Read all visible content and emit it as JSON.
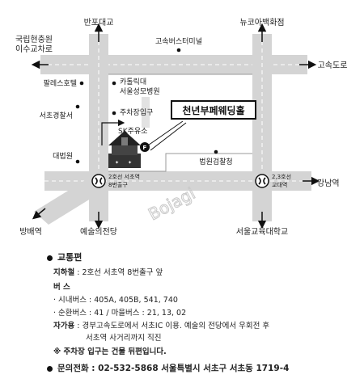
{
  "map": {
    "labels": {
      "banpo_bridge": "반포대교",
      "newcore": "뉴코아백화점",
      "cemetery_l1": "국립현충원",
      "cemetery_l2": "이수교차로",
      "express_terminal": "고속버스터미널",
      "expressway": "고속도로",
      "palace_hotel": "팔레스호텔",
      "catholic_l1": "카톨릭대",
      "catholic_l2": "서울성모병원",
      "seocho_police": "서초경찰서",
      "parking_entrance": "주차장입구",
      "sk_station": "SK주유소",
      "supreme_court": "대법원",
      "venue": "천년부페웨딩홀",
      "prosecutors": "법원검찰청",
      "station_left_l1": "2호선 서초역",
      "station_left_l2": "8번출구",
      "station_right_l1": "2,3호선",
      "station_right_l2": "교대역",
      "gangnam": "강남역",
      "bangbae": "방배역",
      "arts_center": "예술의전당",
      "edu_univ": "서울교육대학교",
      "watermark": "Bojagi",
      "parking_symbol": "P"
    }
  },
  "info": {
    "transport_title": "교통편",
    "subway_label": "지하철",
    "subway_text": ": 2호선 서초역 8번출구 앞",
    "bus_label": "버    스",
    "bus_city": "· 시내버스 : 405A, 405B, 541, 740",
    "bus_circular": "· 순환버스 : 41 / 마을버스 : 21, 13, 02",
    "car_label": "자가용",
    "car_text_1": ": 경부고속도로에서 서초IC 이용. 예술의 전당에서 우회전 후",
    "car_text_2": "서초역 사거리까지 직진",
    "parking_note": "※ 주차장 입구는 건물 뒤편입니다.",
    "contact": "문의전화 : 02-532-5868  서울특별시 서초구 서초동 1719-4"
  },
  "colors": {
    "road": "#cfcfcf",
    "road_edge": "#9a9a9a",
    "ink": "#111111"
  }
}
